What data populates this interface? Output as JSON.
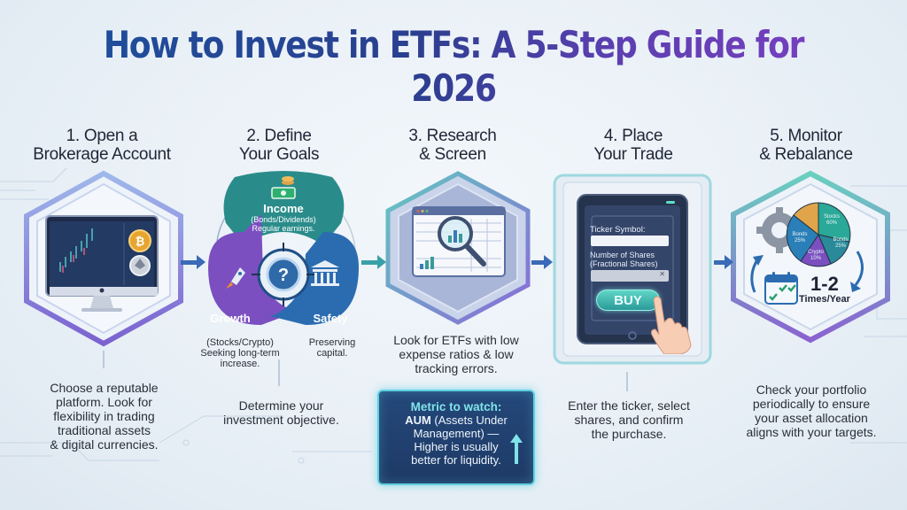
{
  "title": "How to Invest in ETFs: A 5-Step Guide for 2026",
  "colors": {
    "title_start": "#1d4f9c",
    "title_end": "#7a3fc0",
    "teal": "#2a9a9a",
    "purple": "#7b4fc0",
    "blue": "#2b6cb0",
    "navy": "#1e3a66",
    "cyan_glow": "#5fd0e0"
  },
  "steps": [
    {
      "number": "1",
      "title_line1": "1. Open a",
      "title_line2": "Brokerage Account",
      "icon": "computer-monitor-with-crypto-chart-icon",
      "description": [
        "Choose a reputable",
        "platform. Look for",
        "flexibility in trading",
        "traditional assets",
        "& digital currencies."
      ]
    },
    {
      "number": "2",
      "title_line1": "2. Define",
      "title_line2": "Your Goals",
      "icon": "goal-cycle-icon",
      "goals": [
        {
          "name": "Income",
          "detail_line1": "(Bonds/Dividends)",
          "detail_line2": "Regular earnings.",
          "icon": "money-stack-icon"
        },
        {
          "name": "Growth",
          "detail_line1": "(Stocks/Crypto)",
          "detail_line2": "Seeking long-term",
          "detail_line3": "increase.",
          "icon": "rocket-icon"
        },
        {
          "name": "Safety",
          "detail_line1": "Preserving",
          "detail_line2": "capital.",
          "icon": "bank-icon"
        }
      ],
      "center_icon": "question-target-icon",
      "description": [
        "Determine your",
        "investment objective."
      ]
    },
    {
      "number": "3",
      "title_line1": "3. Research",
      "title_line2": "& Screen",
      "icon": "magnifier-over-spreadsheet-icon",
      "description": [
        "Look for ETFs with low",
        "expense ratios & low",
        "tracking errors."
      ],
      "metric": {
        "heading": "Metric to watch:",
        "bold": "AUM",
        "line1_rest": " (Assets Under",
        "line2": "Management) —",
        "line3": "Higher is usually",
        "line4": "better for liquidity.",
        "icon": "up-arrow-icon"
      }
    },
    {
      "number": "4",
      "title_line1": "4. Place",
      "title_line2": "Your Trade",
      "icon": "tablet-trade-form-icon",
      "form": {
        "ticker_label": "Ticker Symbol:",
        "ticker_value": "",
        "shares_label_line1": "Number of Shares",
        "shares_label_line2": "(Fractional Shares)",
        "shares_value": "",
        "clear_glyph": "✕",
        "buy_label": "BUY"
      },
      "description": [
        "Enter the ticker, select",
        "shares, and confirm",
        "the purchase."
      ]
    },
    {
      "number": "5",
      "title_line1": "5. Monitor",
      "title_line2": "& Rebalance",
      "icon": "portfolio-pie-gear-calendar-icon",
      "allocation": [
        {
          "label": "Stocks",
          "value": "60%",
          "color": "#2aa898"
        },
        {
          "label": "Bonds",
          "value": "25%",
          "color": "#2b7fb8"
        },
        {
          "label": "Crypto",
          "value": "10%",
          "color": "#7b4fc0"
        },
        {
          "label": "Bonds",
          "value": "25%",
          "color": "#2a8a9a"
        },
        {
          "label": "Crypto",
          "value": "5%",
          "color": "#e0a44a"
        }
      ],
      "frequency_big": "1-2",
      "frequency_small": "Times/Year",
      "description": [
        "Check your portfolio",
        "periodically to ensure",
        "your asset allocation",
        "aligns with your targets."
      ]
    }
  ]
}
